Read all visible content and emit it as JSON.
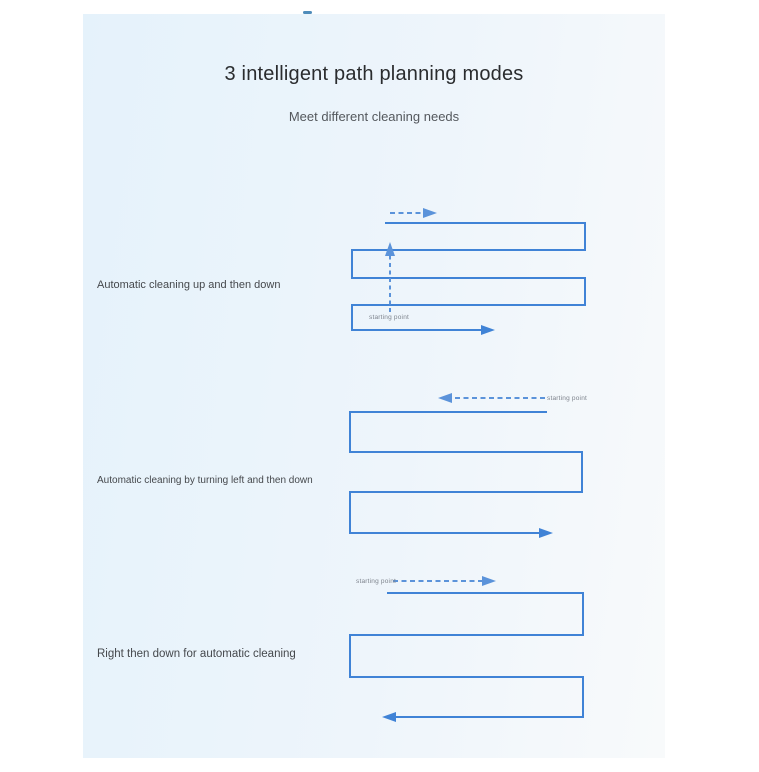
{
  "header": {
    "title": "3 intelligent path planning modes",
    "subtitle": "Meet different cleaning needs"
  },
  "modes": [
    {
      "label": "Automatic cleaning up and then down",
      "starting_point_label": "starting point"
    },
    {
      "label": "Automatic cleaning by turning left and then down",
      "starting_point_label": "starting point"
    },
    {
      "label": "Right then down for automatic cleaning",
      "starting_point_label": "starting point"
    }
  ],
  "colors": {
    "path_line": "#4083d6",
    "dashed_line": "#5b93da",
    "panel_bg_start": "#e5f2fb",
    "panel_bg_end": "#f8fafb",
    "title_text": "#2a2c2e",
    "subtitle_text": "#54585d",
    "caption_text": "#45484c",
    "starting_point_text": "#7e848d",
    "top_dash": "#4e8cba"
  }
}
